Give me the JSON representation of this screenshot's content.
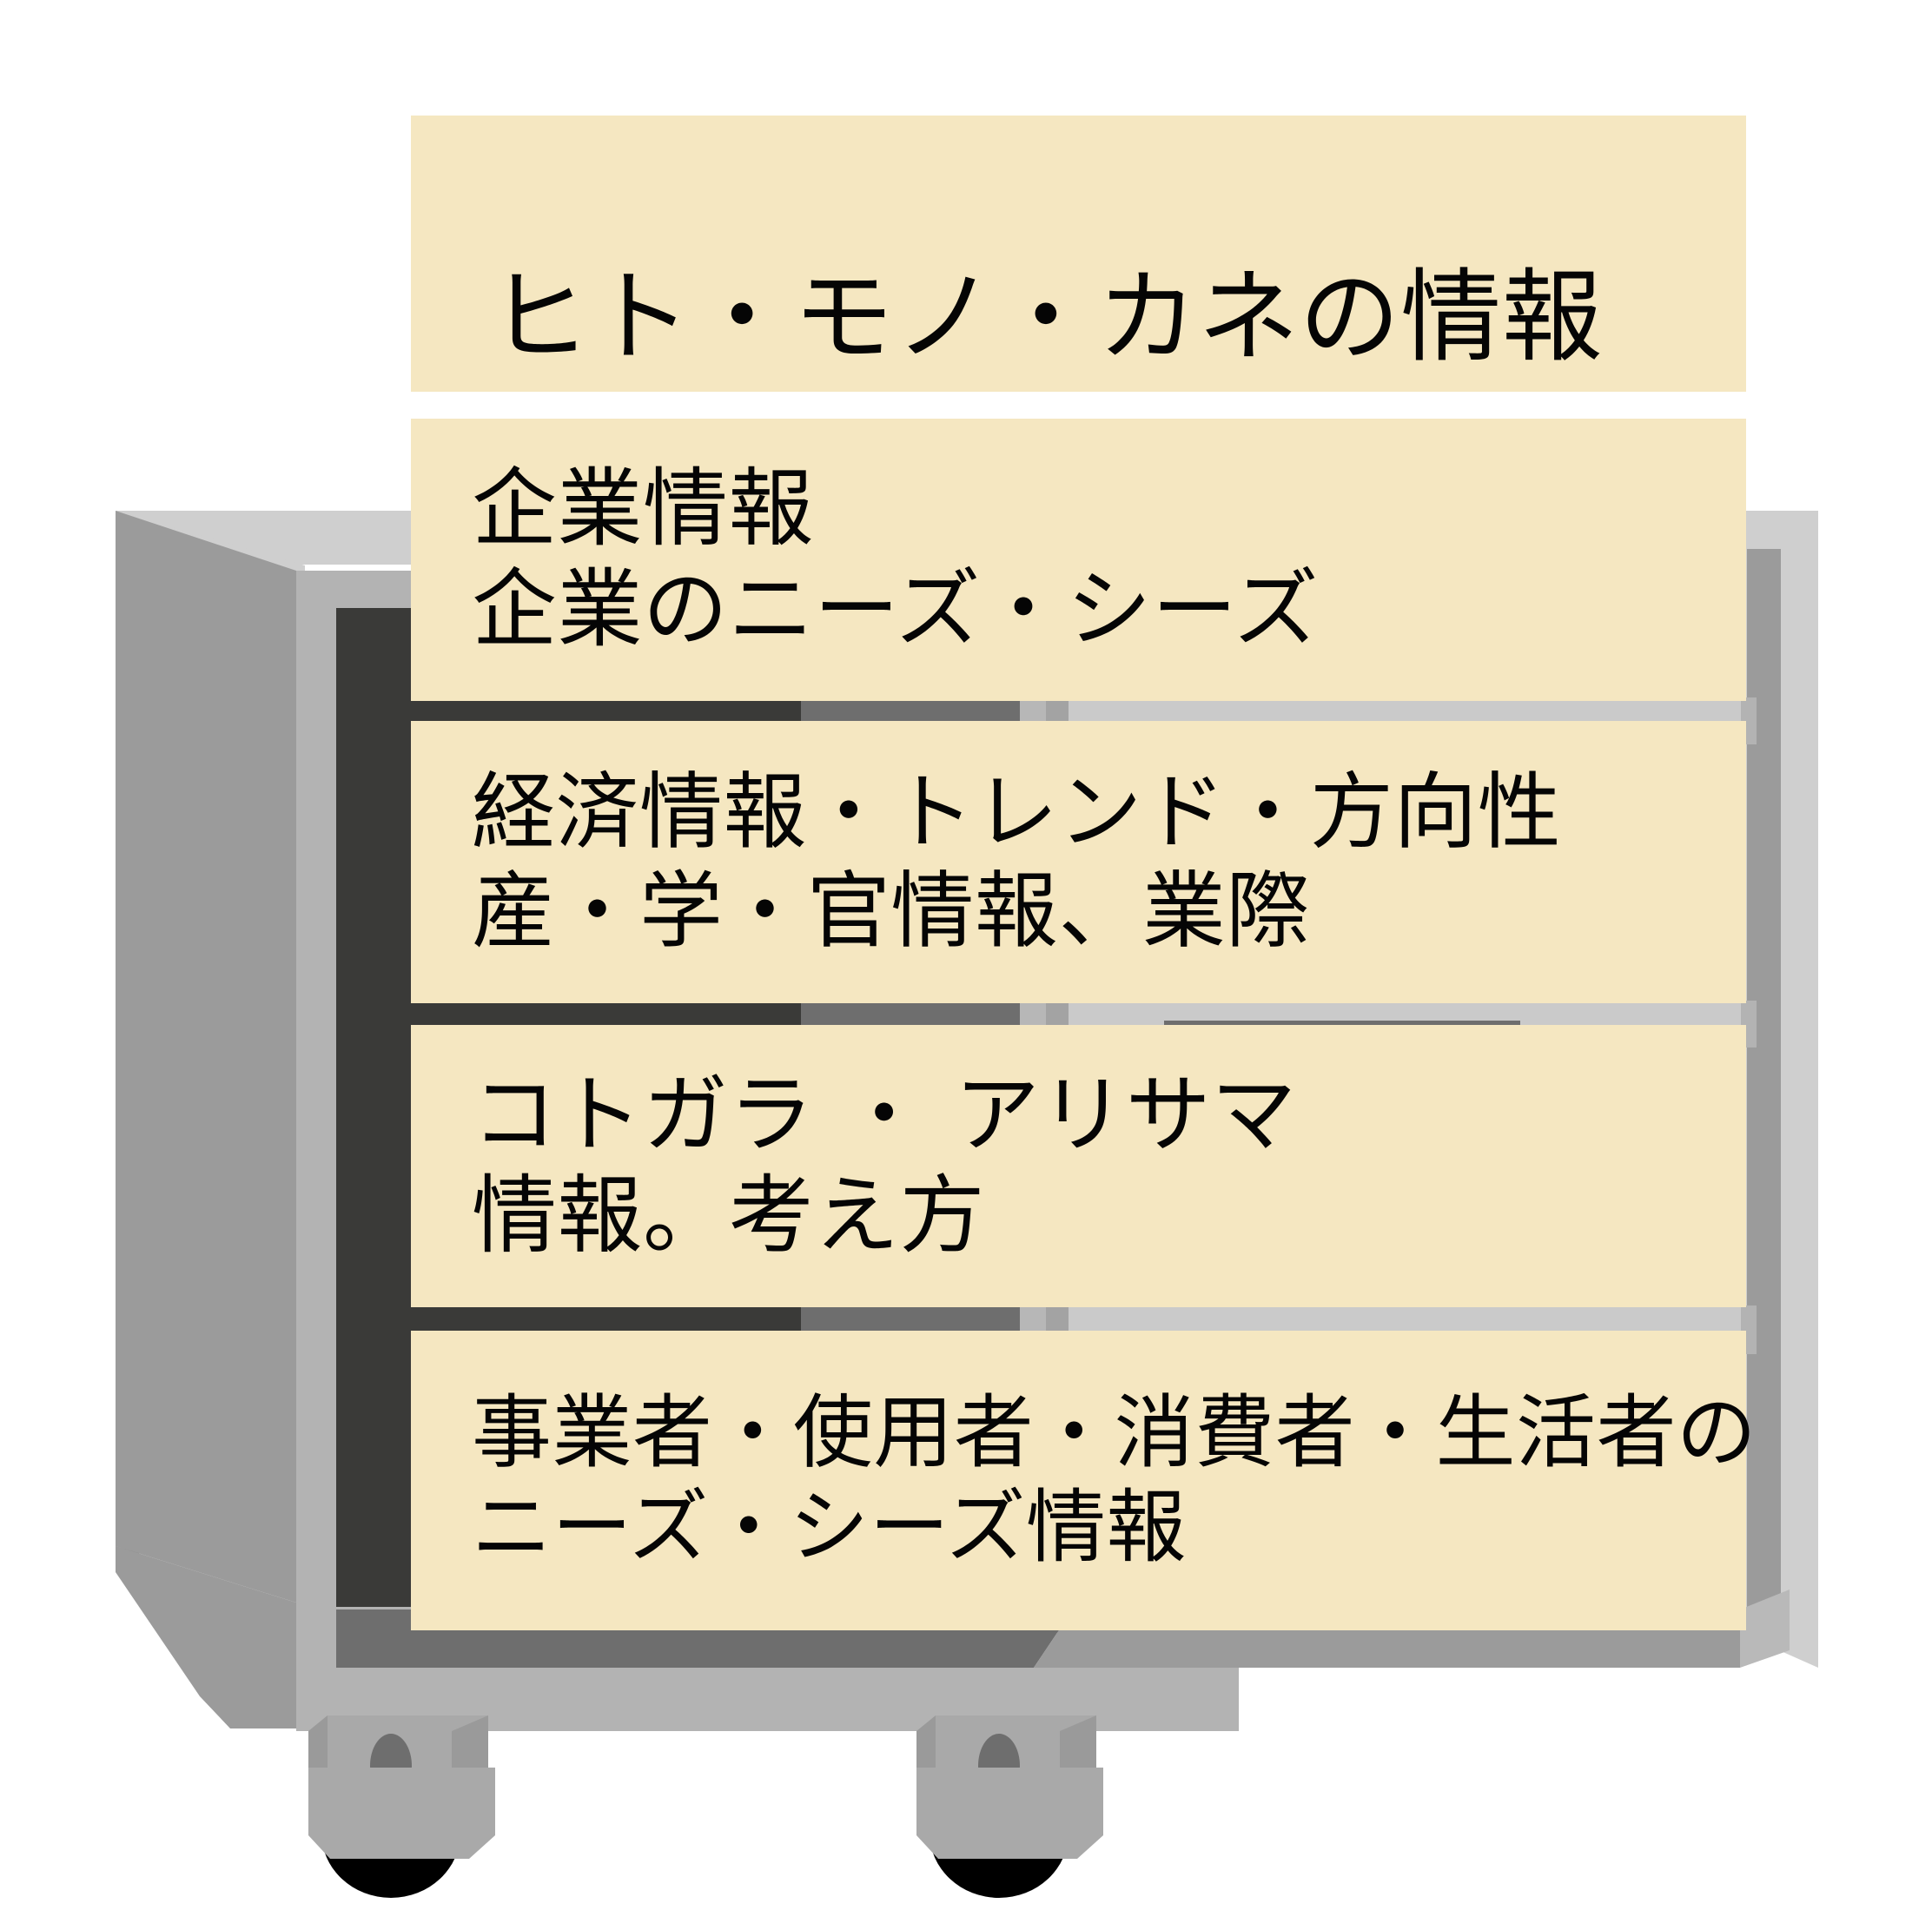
{
  "palette": {
    "banner_fill": "#f5e7c1",
    "banner_text": "#050505",
    "cabinet_side": "#9b9b9b",
    "cabinet_top": "#cfcfcf",
    "cabinet_front_frame": "#b3b3b3",
    "cabinet_interior_dark": "#3a3a38",
    "cabinet_shelf_mid": "#6e6e6e",
    "cabinet_shelf_light": "#c8c8c8",
    "caster_wheel": "#000000",
    "page_background": "#ffffff"
  },
  "diagram": {
    "kind": "filing-cabinet-information-shelves",
    "title_banner": {
      "lines": [
        "ヒト・モノ・カネの情報"
      ]
    },
    "shelf_banners": [
      {
        "id": "company",
        "lines": [
          "企業情報",
          "企業のニーズ・シーズ"
        ]
      },
      {
        "id": "economy",
        "lines": [
          "経済情報・トレンド・方向性",
          "産・学・官情報、業際"
        ]
      },
      {
        "id": "matters",
        "lines": [
          "コトガラ ・ アリサマ",
          "情報。考え方"
        ]
      },
      {
        "id": "users",
        "lines": [
          "事業者・使用者・消費者・生活者の",
          "ニーズ・シーズ情報"
        ]
      }
    ],
    "cabinet": {
      "shelf_count": 4,
      "caster_count": 2
    }
  }
}
